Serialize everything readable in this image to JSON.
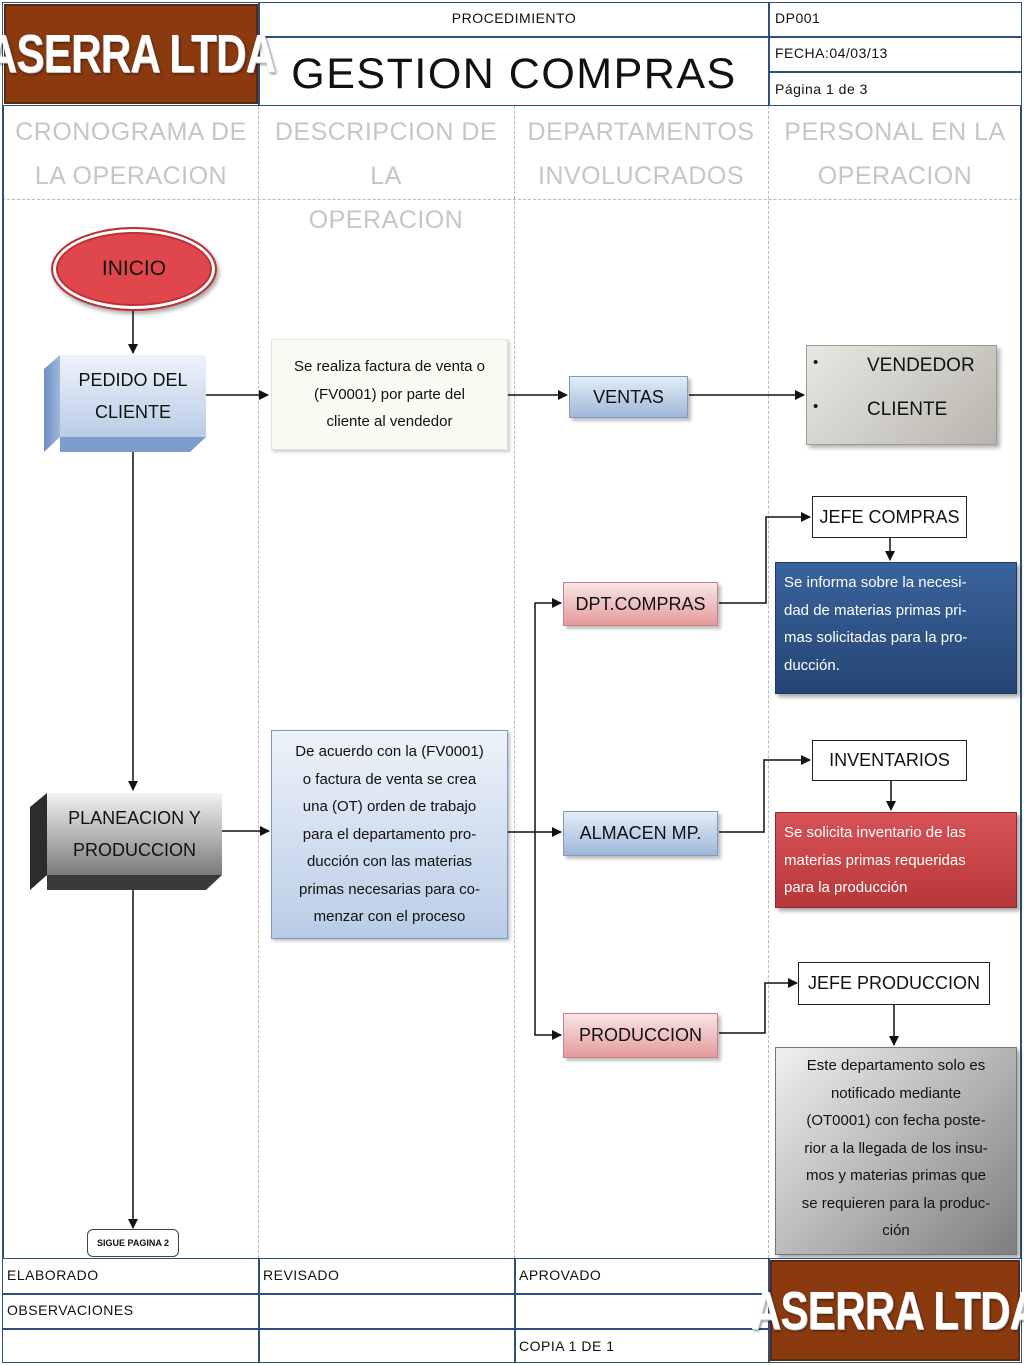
{
  "header": {
    "logo_text": "ASERRA LTDA",
    "procedure_label": "PROCEDIMIENTO",
    "title": "GESTION COMPRAS",
    "code": "DP001",
    "date": "FECHA:04/03/13",
    "page": "Página 1 de 3"
  },
  "columns": [
    {
      "line1": "CRONOGRAMA DE",
      "line2": "LA OPERACION"
    },
    {
      "line1": "DESCRIPCION DE LA",
      "line2": "OPERACION"
    },
    {
      "line1": "DEPARTAMENTOS",
      "line2": "INVOLUCRADOS"
    },
    {
      "line1": "PERSONAL EN LA",
      "line2": "OPERACION"
    }
  ],
  "flow": {
    "start": "INICIO",
    "step1": {
      "line1": "PEDIDO DEL",
      "line2": "CLIENTE"
    },
    "step2": {
      "line1": "PLANEACION Y",
      "line2": "PRODUCCION"
    },
    "continue_label": "SIGUE PAGINA 2"
  },
  "descriptions": {
    "d1": [
      "Se realiza factura de venta o",
      "(FV0001) por parte del",
      "cliente al vendedor"
    ],
    "d2": [
      "De acuerdo con la (FV0001)",
      "o factura de venta se crea",
      "una (OT) orden de trabajo",
      "para el departamento pro-",
      "ducción con las materias",
      "primas necesarias para co-",
      "menzar con el proceso"
    ]
  },
  "departments": {
    "ventas": "VENTAS",
    "compras": "DPT.COMPRAS",
    "almacen": "ALMACEN MP.",
    "produccion": "PRODUCCION"
  },
  "personnel": {
    "list": [
      "VENDEDOR",
      "CLIENTE"
    ],
    "jefe_compras": "JEFE COMPRAS",
    "inventarios": "INVENTARIOS",
    "jefe_produccion": "JEFE PRODUCCION",
    "note_compras": [
      "Se informa sobre la necesi-",
      "dad de materias primas pri-",
      "mas solicitadas para la pro-",
      "ducción."
    ],
    "note_inventario": [
      "Se solicita inventario de las",
      "materias primas requeridas",
      "para la producción"
    ],
    "note_produccion": [
      "Este departamento solo es",
      "notificado mediante",
      "(OT0001) con fecha poste-",
      "rior a la llegada de los insu-",
      "mos y materias primas que",
      "se requieren para la produc-",
      "ción"
    ]
  },
  "footer": {
    "elaborado": "ELABORADO",
    "revisado": "REVISADO",
    "aprobado": "APROVADO",
    "observaciones": "OBSERVACIONES",
    "copia": "COPIA 1 DE 1",
    "logo_text": "ASERRA LTDA"
  },
  "colors": {
    "border": "#2f4f7f",
    "logo_bg": "#8b3a10",
    "start_fill": "#e0474c",
    "note_blue": "#2e5288",
    "note_red": "#c64246",
    "note_gray": "#8c8c8c"
  }
}
